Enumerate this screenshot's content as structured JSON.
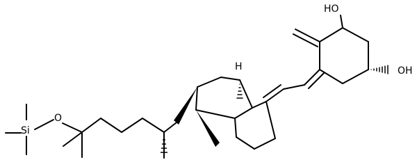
{
  "figure": {
    "type": "chemical-structure",
    "atom_labels": {
      "oh_top": "HO",
      "oh_right": "OH",
      "ring_h": "H",
      "ether_o": "O",
      "silicon": "Si"
    }
  },
  "colors": {
    "background": "#ffffff",
    "ink": "#000000"
  }
}
